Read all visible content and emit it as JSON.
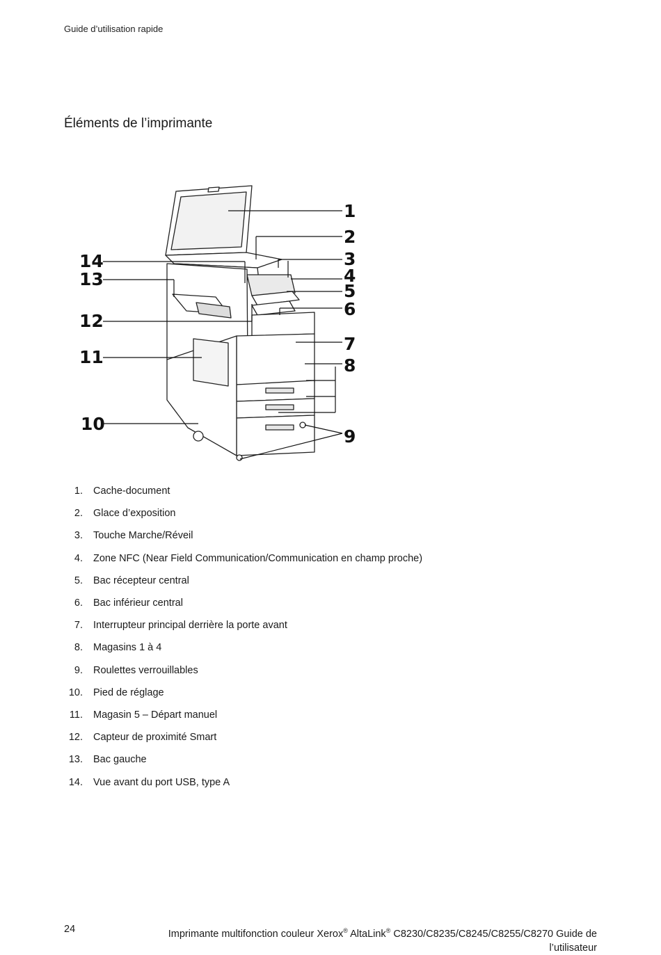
{
  "header": {
    "running_title": "Guide d’utilisation rapide"
  },
  "section": {
    "title": "Éléments de l’imprimante"
  },
  "figure": {
    "callouts": [
      "1",
      "2",
      "3",
      "4",
      "5",
      "6",
      "7",
      "8",
      "9",
      "10",
      "11",
      "12",
      "13",
      "14"
    ]
  },
  "parts": [
    {
      "num": "1.",
      "label": "Cache-document"
    },
    {
      "num": "2.",
      "label": "Glace d’exposition"
    },
    {
      "num": "3.",
      "label": "Touche Marche/Réveil"
    },
    {
      "num": "4.",
      "label": "Zone NFC (Near Field Communication/Communication en champ proche)"
    },
    {
      "num": "5.",
      "label": "Bac récepteur central"
    },
    {
      "num": "6.",
      "label": "Bac inférieur central"
    },
    {
      "num": "7.",
      "label": "Interrupteur principal derrière la porte avant"
    },
    {
      "num": "8.",
      "label": "Magasins 1 à 4"
    },
    {
      "num": "9.",
      "label": "Roulettes verrouillables"
    },
    {
      "num": "10.",
      "label": "Pied de réglage"
    },
    {
      "num": "11.",
      "label": "Magasin 5 – Départ manuel"
    },
    {
      "num": "12.",
      "label": "Capteur de proximité Smart"
    },
    {
      "num": "13.",
      "label": "Bac gauche"
    },
    {
      "num": "14.",
      "label": "Vue avant du port USB, type A"
    }
  ],
  "footer": {
    "page_number": "24",
    "title_part1": "Imprimante multifonction couleur Xerox",
    "reg_mark": "®",
    "title_part2": " AltaLink",
    "title_part3": " C8230/C8235/C8245/C8255/C8270 Guide de",
    "title_line2": "l’utilisateur"
  }
}
